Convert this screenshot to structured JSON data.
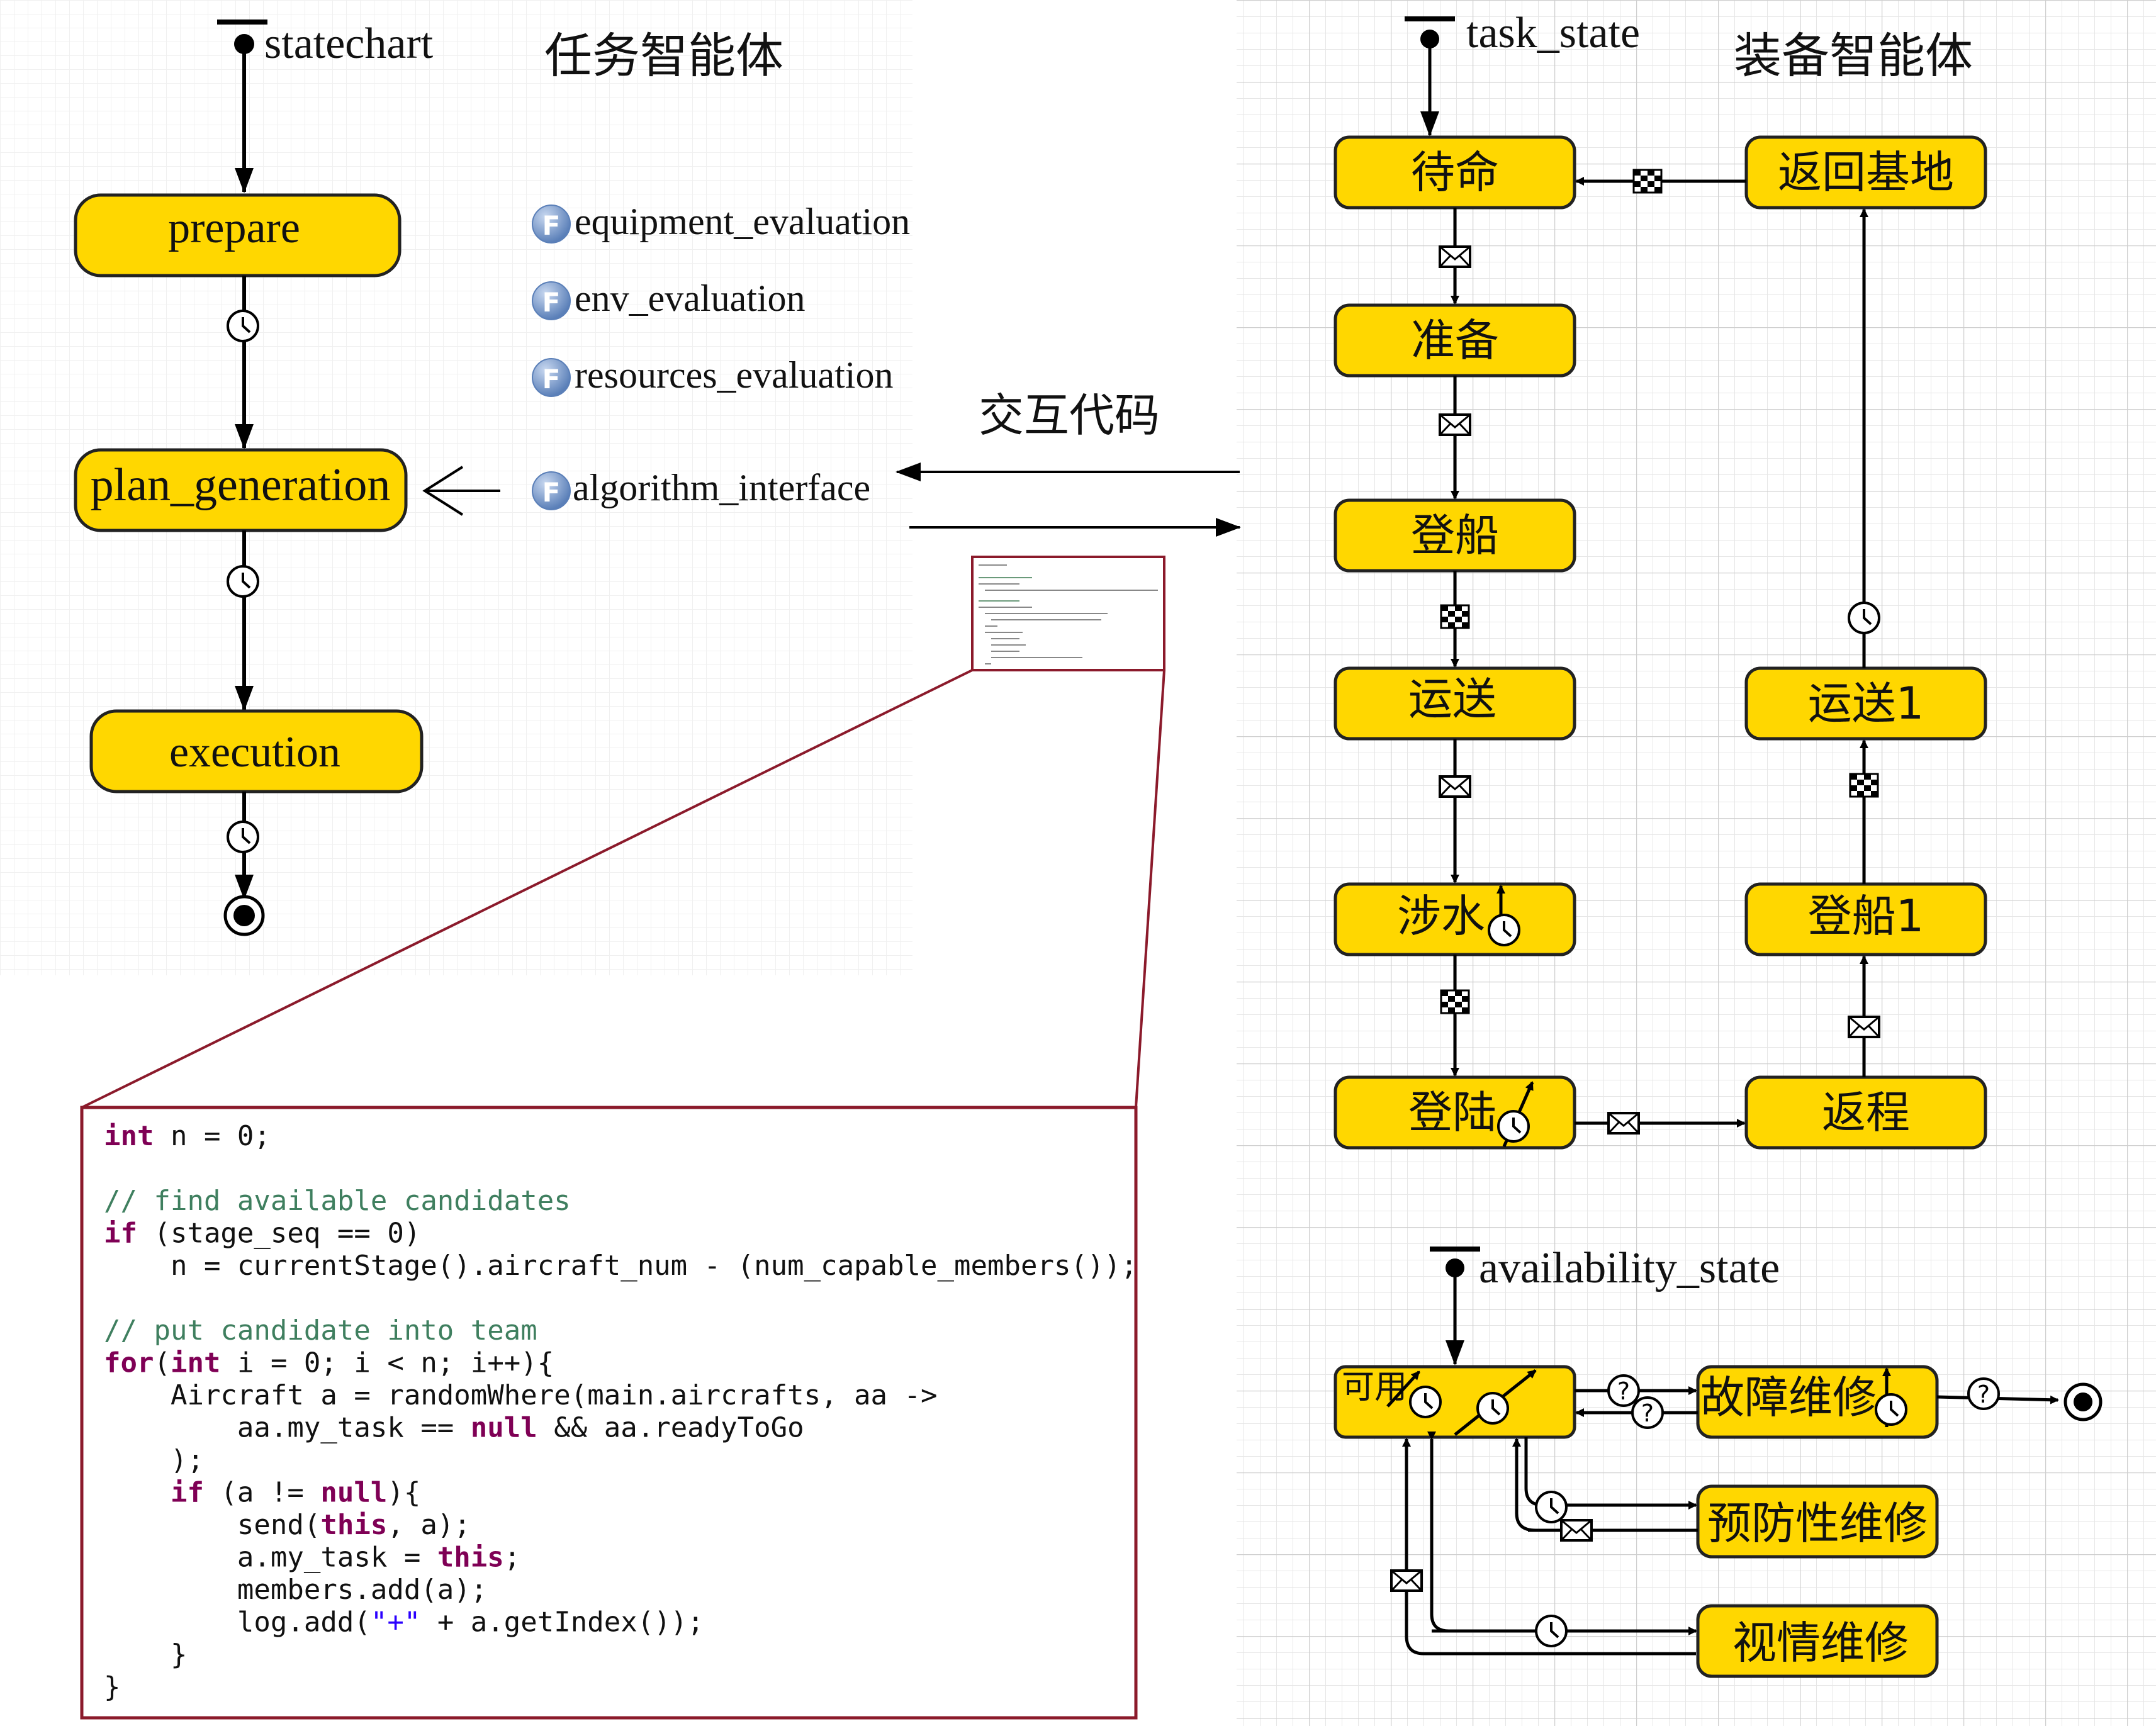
{
  "colors": {
    "state_fill": "#ffd700",
    "state_stroke": "#222222",
    "line": "#000000",
    "zoom_frame": "#8b1a2b",
    "func_icon": "#7a98c8",
    "keyword": "#7f0055",
    "comment": "#3f7f5f",
    "string": "#2a00ff"
  },
  "left_panel": {
    "statechart_title": "statechart",
    "agent_title": "任务智能体",
    "states": [
      "prepare",
      "plan_generation",
      "execution"
    ],
    "functions": [
      "equipment_evaluation",
      "env_evaluation",
      "resources_evaluation",
      "algorithm_interface"
    ],
    "function_icon_letter": "F",
    "transition_icons": [
      "clock-icon",
      "clock-icon",
      "clock-icon"
    ]
  },
  "middle": {
    "interaction_label": "交互代码"
  },
  "right_panel": {
    "agent_title": "装备智能体",
    "task_state_title": "task_state",
    "task_states_left": [
      "待命",
      "准备",
      "登船",
      "运送",
      "涉水",
      "登陆"
    ],
    "task_states_right": [
      "返回基地",
      "运送1",
      "登船1",
      "返程"
    ],
    "availability_title": "availability_state",
    "availability_states": [
      "可用",
      "故障维修",
      "预防性维修",
      "视情维修"
    ],
    "trigger_icons": {
      "message": "envelope-icon",
      "condition": "checkered-flag-icon",
      "timeout": "clock-icon",
      "conditional": "question-icon"
    },
    "condition_mark": "?"
  },
  "code_panel": {
    "lines": [
      [
        {
          "t": "kw",
          "v": "int"
        },
        {
          "t": "tx",
          "v": " n = 0;"
        }
      ],
      [],
      [
        {
          "t": "cm",
          "v": "// find available candidates"
        }
      ],
      [
        {
          "t": "kw",
          "v": "if"
        },
        {
          "t": "tx",
          "v": " (stage_seq == 0)"
        }
      ],
      [
        {
          "t": "tx",
          "v": "    n = currentStage().aircraft_num - (num_capable_members());"
        }
      ],
      [],
      [
        {
          "t": "cm",
          "v": "// put candidate into team"
        }
      ],
      [
        {
          "t": "kw",
          "v": "for"
        },
        {
          "t": "tx",
          "v": "("
        },
        {
          "t": "kw",
          "v": "int"
        },
        {
          "t": "tx",
          "v": " i = 0; i < n; i++){"
        }
      ],
      [
        {
          "t": "tx",
          "v": "    Aircraft a = randomWhere(main.aircrafts, aa ->"
        }
      ],
      [
        {
          "t": "tx",
          "v": "        aa.my_task == "
        },
        {
          "t": "kw",
          "v": "null"
        },
        {
          "t": "tx",
          "v": " && aa.readyToGo"
        }
      ],
      [
        {
          "t": "tx",
          "v": "    );"
        }
      ],
      [
        {
          "t": "tx",
          "v": "    "
        },
        {
          "t": "kw",
          "v": "if"
        },
        {
          "t": "tx",
          "v": " (a != "
        },
        {
          "t": "kw",
          "v": "null"
        },
        {
          "t": "tx",
          "v": "){"
        }
      ],
      [
        {
          "t": "tx",
          "v": "        send("
        },
        {
          "t": "kw",
          "v": "this"
        },
        {
          "t": "tx",
          "v": ", a);"
        }
      ],
      [
        {
          "t": "tx",
          "v": "        a.my_task = "
        },
        {
          "t": "kw",
          "v": "this"
        },
        {
          "t": "tx",
          "v": ";"
        }
      ],
      [
        {
          "t": "tx",
          "v": "        members.add(a);"
        }
      ],
      [
        {
          "t": "tx",
          "v": "        log.add("
        },
        {
          "t": "str",
          "v": "\"+\""
        },
        {
          "t": "tx",
          "v": " + a.getIndex());"
        }
      ],
      [
        {
          "t": "tx",
          "v": "    }"
        }
      ],
      [
        {
          "t": "tx",
          "v": "}"
        }
      ]
    ]
  }
}
